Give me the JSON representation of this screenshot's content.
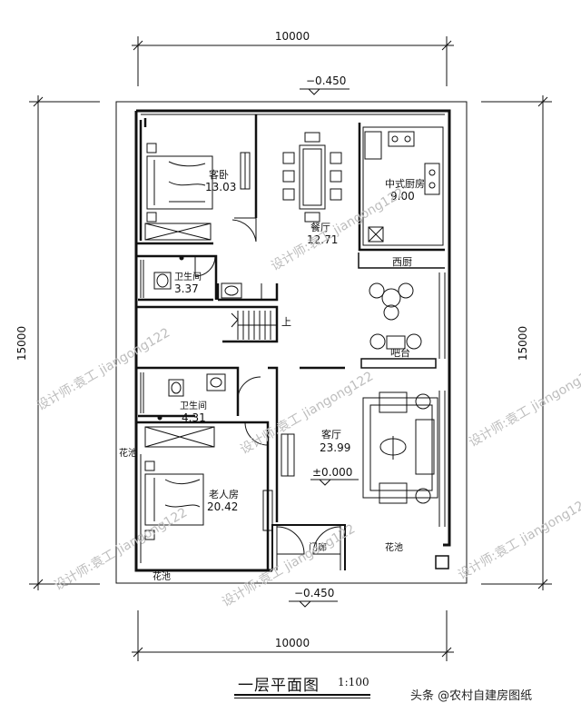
{
  "dimensions": {
    "top_width": "10000",
    "bottom_width": "10000",
    "left_height": "15000",
    "right_height": "15000"
  },
  "elevations": {
    "top": "−0.450",
    "bottom": "−0.450",
    "floor": "±0.000"
  },
  "rooms": {
    "guest_bedroom": {
      "name": "客卧",
      "area": "13.03"
    },
    "dining": {
      "name": "餐厅",
      "area": "12.71"
    },
    "chinese_kitchen": {
      "name": "中式厨房",
      "area": "9.00"
    },
    "western_kitchen": {
      "name": "西厨"
    },
    "bar": {
      "name": "吧台"
    },
    "bath_upper": {
      "name": "卫生间",
      "area": "3.37"
    },
    "stair": {
      "label": "上"
    },
    "bath_lower": {
      "name": "卫生间",
      "area": "4.31"
    },
    "living": {
      "name": "客厅",
      "area": "23.99"
    },
    "elder_room": {
      "name": "老人房",
      "area": "20.42"
    },
    "entry": {
      "name": "门廊"
    }
  },
  "planters": {
    "left": "花池",
    "bottom_left": "花池",
    "bottom_right": "花池"
  },
  "watermarks": [
    "设计师:袁工 jiangong122",
    "设计师:袁工 jiangong122",
    "设计师:袁工 jiangong122",
    "设计师:袁工 jiangong122",
    "设计师:袁工 jiangong122",
    "设计师:袁工 jiangong122",
    "设计师:袁工 jiangong122"
  ],
  "footer": {
    "title": "一层平面图",
    "scale": "1:100",
    "credit": "头条 @农村自建房图纸"
  }
}
